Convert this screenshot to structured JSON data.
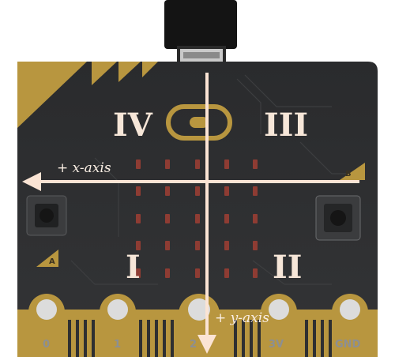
{
  "axes": {
    "x_label": "+ x-axis",
    "y_label": "+ y-axis"
  },
  "quadrants": {
    "top_left": "IV",
    "top_right": "III",
    "bottom_left": "I",
    "bottom_right": "II"
  },
  "board": {
    "button_a": "A",
    "button_b": "B",
    "pins": [
      "0",
      "1",
      "2",
      "3V",
      "GND"
    ]
  },
  "colors": {
    "board": "#2e2f31",
    "gold": "#b8963f",
    "arrow": "#fbe4d4",
    "led": "#8e3c33",
    "usb": "#1a1a1a"
  }
}
